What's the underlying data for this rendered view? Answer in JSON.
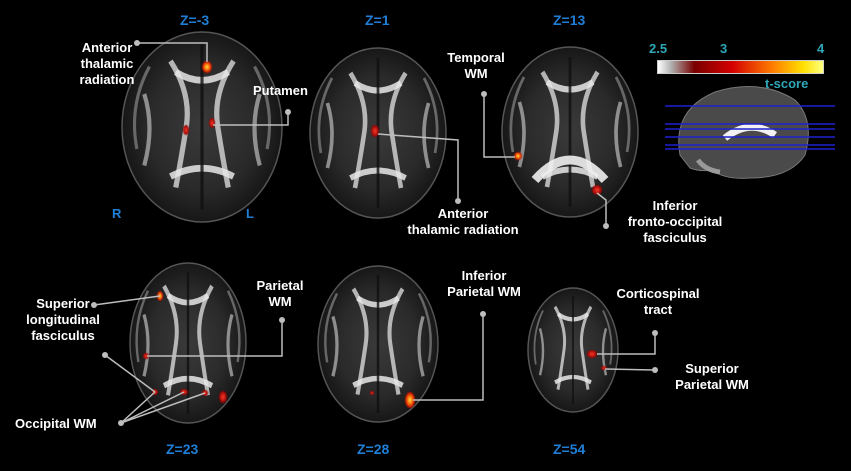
{
  "slices": [
    "Z=-3",
    "Z=1",
    "Z=13",
    "Z=23",
    "Z=28",
    "Z=54"
  ],
  "orientation": {
    "right": "R",
    "left": "L"
  },
  "colorbar": {
    "ticks": [
      "2.5",
      "3",
      "4"
    ],
    "label": "t-score",
    "colors": [
      "#ffffff",
      "#7a0000",
      "#d40000",
      "#ff8000",
      "#ffe000",
      "#ffff80"
    ]
  },
  "regions": {
    "anterior_thalamic_radiation_1": [
      "Anterior",
      "thalamic",
      "radiation"
    ],
    "putamen": "Putamen",
    "anterior_thalamic_radiation_2": [
      "Anterior",
      "thalamic radiation"
    ],
    "temporal_wm": [
      "Temporal",
      "WM"
    ],
    "inferior_fronto_occipital": [
      "Inferior",
      "fronto-occipital",
      "fasciculus"
    ],
    "superior_longitudinal": [
      "Superior",
      "longitudinal",
      "fasciculus"
    ],
    "parietal_wm": [
      "Parietal",
      "WM"
    ],
    "inferior_parietal_wm": [
      "Inferior",
      "Parietal WM"
    ],
    "occipital_wm": "Occipital WM",
    "corticospinal_tract": [
      "Corticospinal",
      "tract"
    ],
    "superior_parietal_wm": [
      "Superior",
      "Parietal WM"
    ]
  }
}
